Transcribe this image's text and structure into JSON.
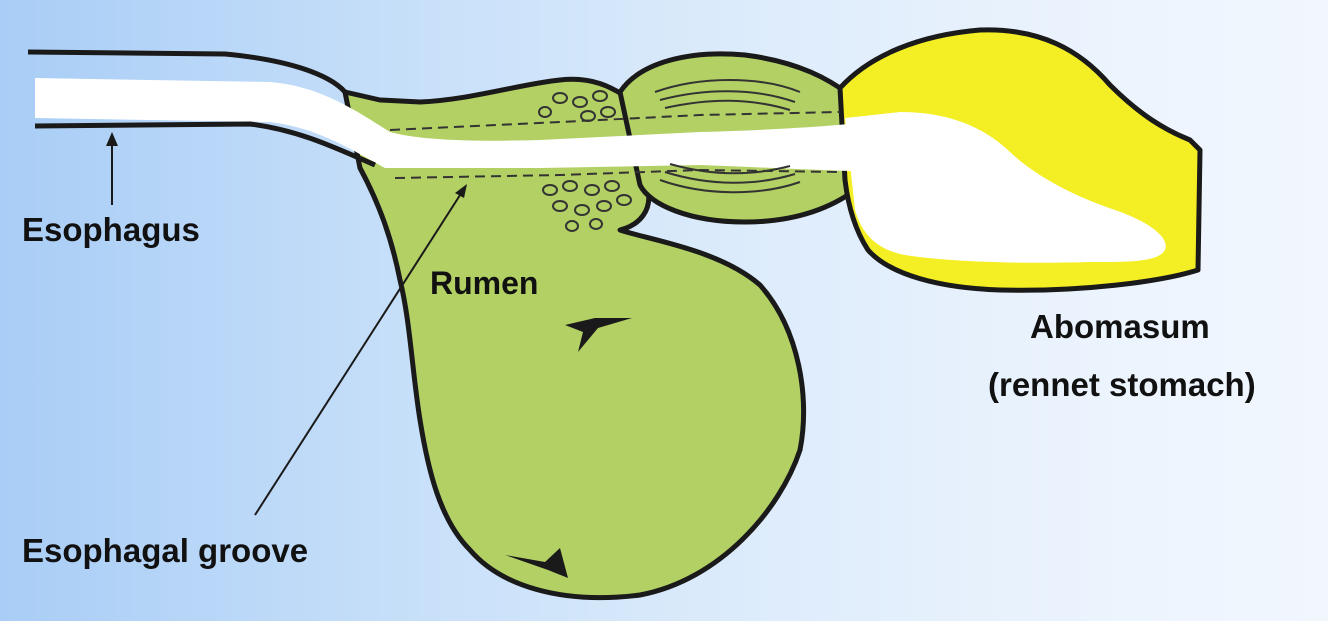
{
  "labels": {
    "esophagus": "Esophagus",
    "rumen": "Rumen",
    "abomasum": "Abomasum",
    "rennet": "(rennet stomach)",
    "esophageal_groove": "Esophagal groove"
  },
  "colors": {
    "background_left": "#a9cdf6",
    "background_right": "#f2f7fe",
    "rumen_fill": "#b3d064",
    "abomasum_fill": "#f4ee24",
    "milk_channel": "#ffffff",
    "outline": "#1a1a1a"
  }
}
